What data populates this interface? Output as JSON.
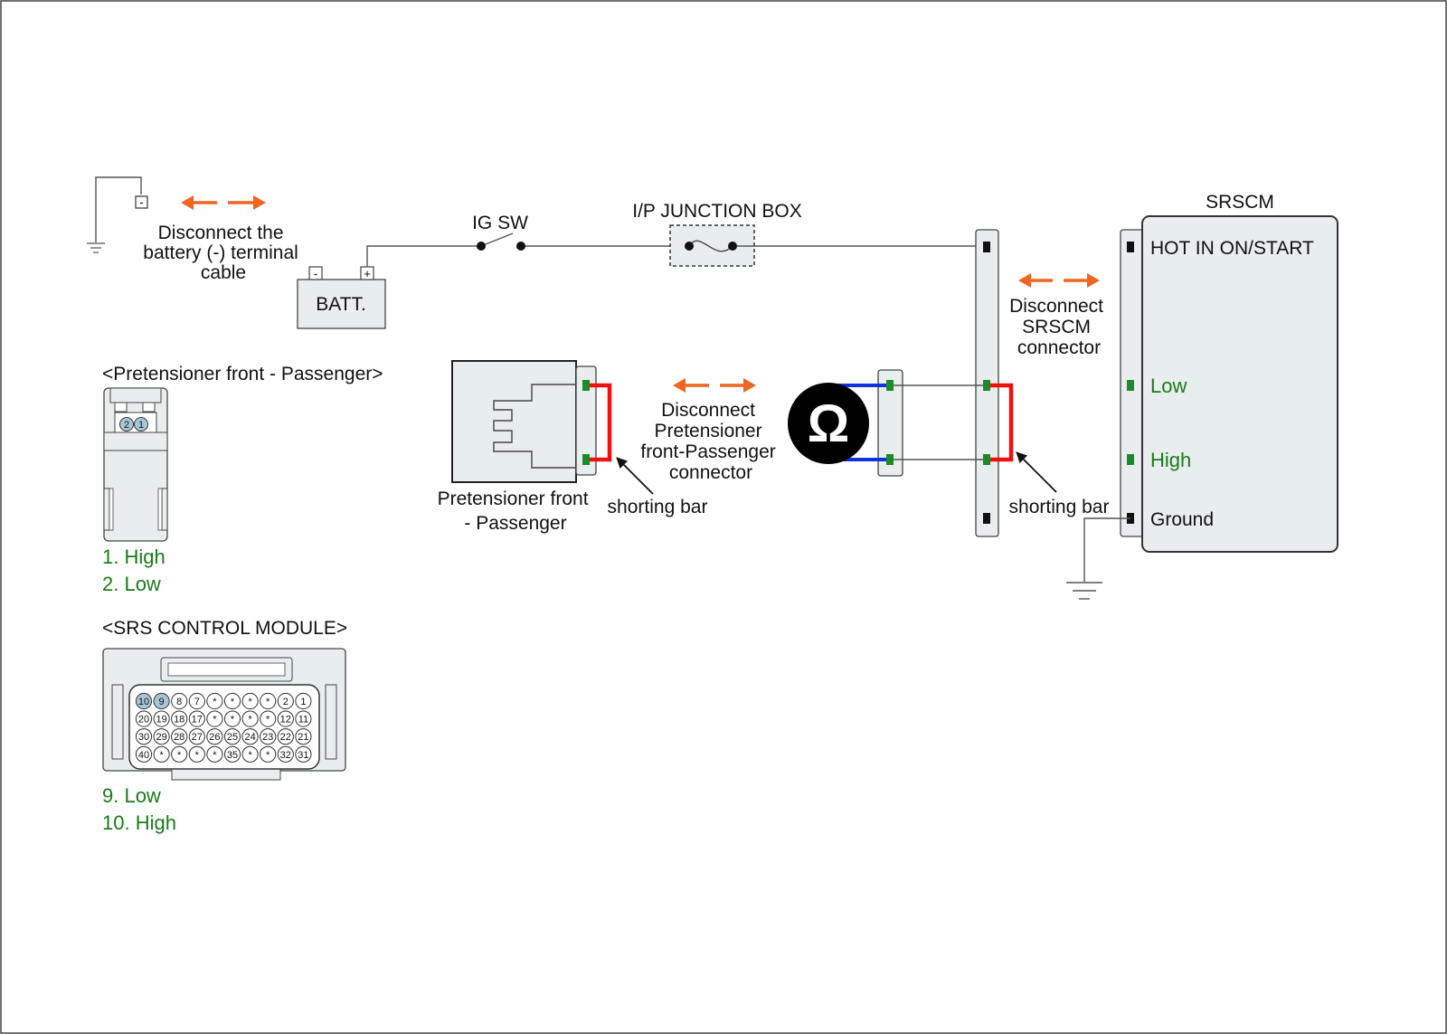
{
  "colors": {
    "background": "#ffffff",
    "box_fill": "#e8eeee",
    "box_stroke": "#333333",
    "wire": "#555555",
    "arrow_orange": "#ee6622",
    "shorting_bar": "#ee1111",
    "meter_lead": "#1133dd",
    "pin_green": "#1a8a2a",
    "pin_black": "#111111",
    "label_green": "#1a7a1a",
    "pin_highlight": "#a9c6d6"
  },
  "battery": {
    "label": "BATT.",
    "neg_symbol": "-",
    "pos_symbol": "+",
    "disconnect_lines": [
      "Disconnect the",
      "battery (-) terminal",
      "cable"
    ],
    "ground_neg_symbol": "-"
  },
  "ig_switch": {
    "label": "IG SW"
  },
  "junction_box": {
    "label": "I/P JUNCTION BOX"
  },
  "srscm": {
    "title": "SRSCM",
    "terminals": {
      "hot": "HOT IN ON/START",
      "low": "Low",
      "high": "High",
      "ground": "Ground"
    },
    "disconnect_lines": [
      "Disconnect",
      "SRSCM",
      "connector"
    ]
  },
  "pretensioner": {
    "name_lines": [
      "Pretensioner front",
      "- Passenger"
    ],
    "disconnect_lines": [
      "Disconnect",
      "Pretensioner",
      "front-Passenger",
      "connector"
    ],
    "shorting_bar_label": "shorting bar"
  },
  "srscm_side": {
    "shorting_bar_label": "shorting bar"
  },
  "ohmmeter": {
    "symbol": "Ω"
  },
  "pretensioner_connector": {
    "title": "<Pretensioner front - Passenger>",
    "pins": [
      "2",
      "1"
    ],
    "legend": [
      "1. High",
      "2. Low"
    ]
  },
  "srs_module_connector": {
    "title": "<SRS CONTROL MODULE>",
    "rows": [
      [
        "10",
        "9",
        "8",
        "7",
        "*",
        "*",
        "*",
        "*",
        "2",
        "1"
      ],
      [
        "20",
        "19",
        "18",
        "17",
        "*",
        "*",
        "*",
        "*",
        "12",
        "11"
      ],
      [
        "30",
        "29",
        "28",
        "27",
        "26",
        "25",
        "24",
        "23",
        "22",
        "21"
      ],
      [
        "40",
        "*",
        "*",
        "*",
        "*",
        "35",
        "*",
        "*",
        "32",
        "31"
      ]
    ],
    "highlighted": [
      "10",
      "9"
    ],
    "legend": [
      "9. Low",
      "10. High"
    ]
  }
}
